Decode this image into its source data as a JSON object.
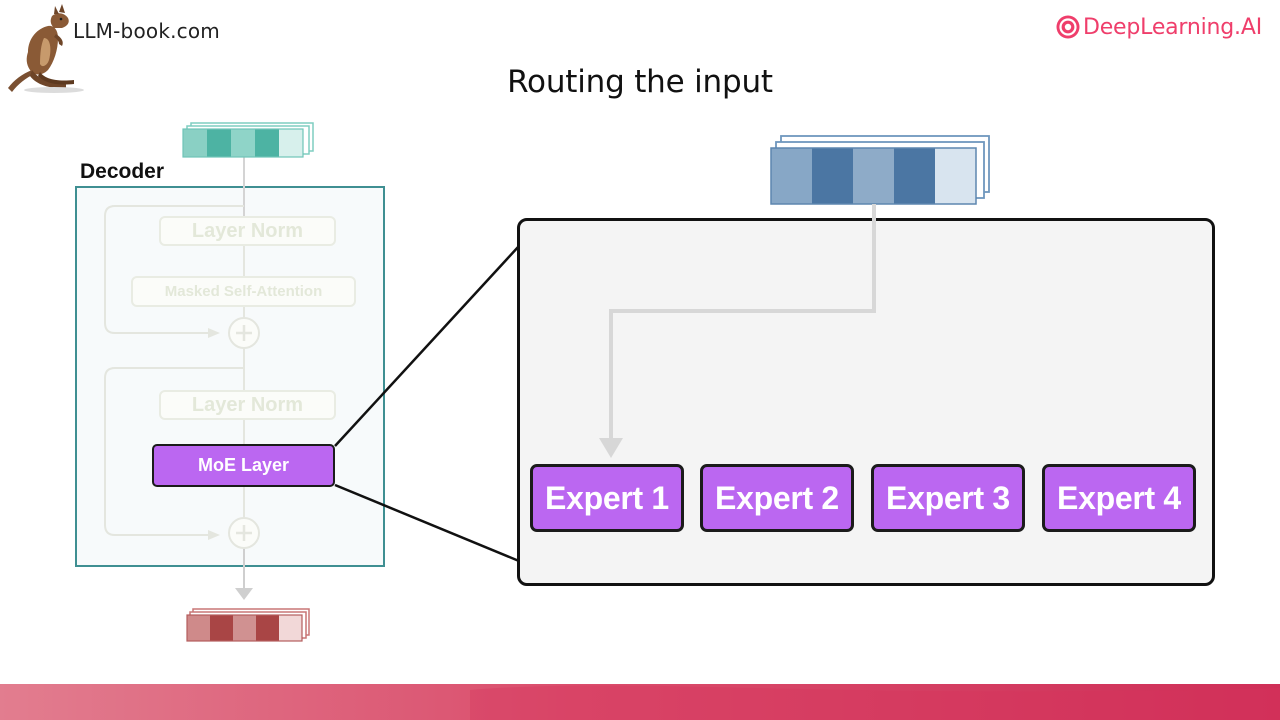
{
  "header": {
    "left_brand": "LLM-book.com",
    "right_brand": "DeepLearning.AI",
    "title": "Routing the input"
  },
  "decoder": {
    "label": "Decoder",
    "blocks": {
      "layer_norm_1": "Layer Norm",
      "masked_self_attention": "Masked Self-Attention",
      "layer_norm_2": "Layer Norm",
      "moe_layer": "MoE Layer"
    }
  },
  "experts": [
    {
      "label": "Expert 1"
    },
    {
      "label": "Expert 2"
    },
    {
      "label": "Expert 3"
    },
    {
      "label": "Expert 4"
    }
  ],
  "colors": {
    "accent_purple": "#bb67f1",
    "decoder_border": "#3f8f92",
    "brand_pink": "#ef3e6b",
    "footer_band": "#d63f62",
    "input_teal": "#5fbfae",
    "routed_blue": "#5d86af",
    "output_red": "#b95858"
  },
  "icons": [
    "kangaroo-logo",
    "deeplearning-ai-logo",
    "plus-circle-icon",
    "arrow-down-icon"
  ]
}
